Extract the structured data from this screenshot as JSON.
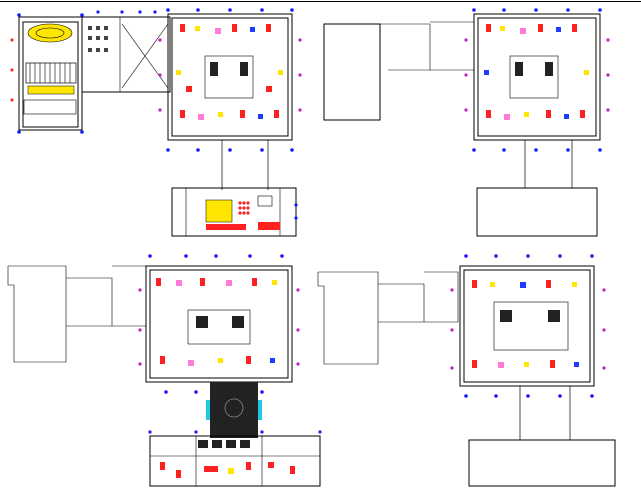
{
  "drawing": {
    "colors": {
      "background": "#ffffff",
      "line": "#000000",
      "grid_marker_blue": "#1a1aff",
      "grid_marker_red": "#ff1a1a",
      "grid_marker_magenta": "#c020c0",
      "furniture_red": "#ff2020",
      "furniture_yellow": "#ffe600",
      "furniture_blue": "#1e3cff",
      "furniture_pink": "#ff7ad9",
      "atrium_dark": "#222222",
      "water_cyan": "#20c8e6",
      "accent_orange": "#ff9900"
    },
    "sheets": [
      {
        "id": "annex-plan",
        "kind": "annex floor plan with stair and service rooms"
      },
      {
        "id": "tower-level-a",
        "kind": "office tower typical floor (top-left)"
      },
      {
        "id": "tower-level-b",
        "kind": "office tower typical floor (top-right)"
      },
      {
        "id": "link-block",
        "kind": "connecting block with auditorium seating"
      },
      {
        "id": "tower-level-c",
        "kind": "office tower floor with atrium below (bottom-left)"
      },
      {
        "id": "tower-level-d",
        "kind": "office tower floor (bottom-right)"
      },
      {
        "id": "podium-plan",
        "kind": "ground podium plan"
      }
    ]
  }
}
